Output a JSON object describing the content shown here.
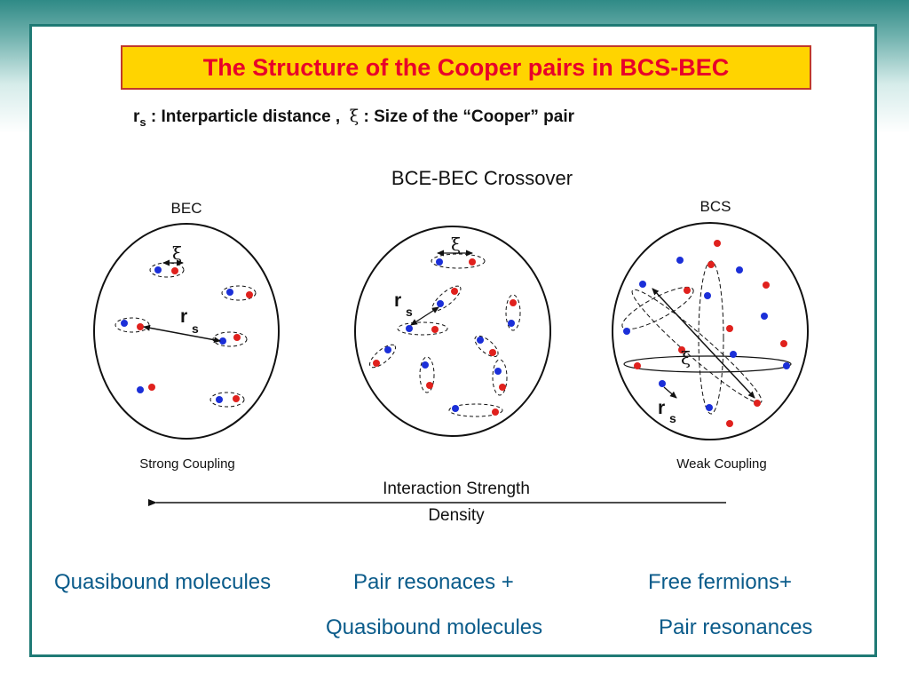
{
  "slide": {
    "title": "The Structure of the Cooper pairs in BCS-BEC",
    "subtitle": {
      "rs_symbol": "r",
      "rs_sub": "s",
      "rs_text": " : Interparticle distance , ",
      "xi_symbol": "ξ",
      "xi_text": " : Size of the “Cooper” pair"
    }
  },
  "figure": {
    "heading": "BCE-BEC Crossover",
    "labels": {
      "bec": "BEC",
      "bcs": "BCS",
      "strong": "Strong Coupling",
      "weak": "Weak Coupling",
      "interaction": "Interaction Strength",
      "density": "Density",
      "xi": "ξ",
      "r": "r",
      "s": "s"
    },
    "colors": {
      "red": "#e0211d",
      "blue": "#1b2fd8"
    }
  },
  "descriptions": {
    "left": "Quasibound molecules",
    "middle_1": "Pair resonaces +",
    "middle_2": "Quasibound molecules",
    "right_1": "Free fermions+",
    "right_2": "Pair resonances"
  }
}
